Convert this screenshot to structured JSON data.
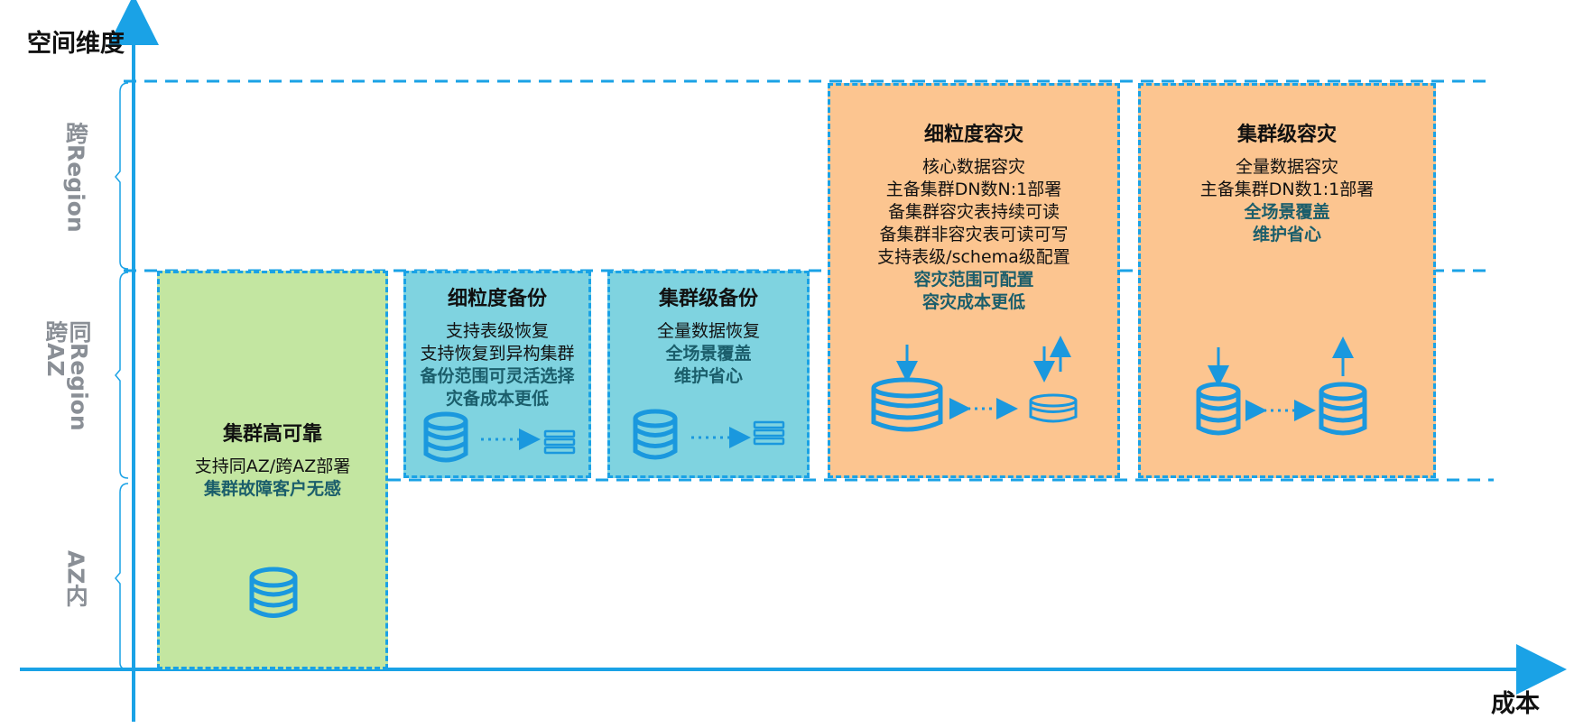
{
  "axes": {
    "y_label": "空间维度",
    "x_label": "成本",
    "tiers": [
      "跨Region",
      "同Region跨AZ",
      "AZ内"
    ]
  },
  "colors": {
    "axis": "#1aa2e6",
    "green": "#c3e6a1",
    "blue": "#7fd3e0",
    "orange": "#fcc590",
    "highlight_text": "#1b5e6b",
    "icon": "#1a98de"
  },
  "boxes": [
    {
      "title": "集群高可靠",
      "lines": [
        "支持同AZ/跨AZ部署"
      ],
      "highlights": [
        "集群故障客户无感"
      ],
      "icon": "database-icon"
    },
    {
      "title": "细粒度备份",
      "lines": [
        "支持表级恢复",
        "支持恢复到异构集群"
      ],
      "highlights": [
        "备份范围可灵活选择",
        "灾备成本更低"
      ],
      "icon": "database-to-server-icon"
    },
    {
      "title": "集群级备份",
      "lines": [
        "全量数据恢复"
      ],
      "highlights": [
        "全场景覆盖",
        "维护省心"
      ],
      "icon": "database-to-server-icon"
    },
    {
      "title": "细粒度容灾",
      "lines": [
        "核心数据容灾",
        "主备集群DN数N:1部署",
        "备集群容灾表持续可读",
        "备集群非容灾表可读可写",
        "支持表级/schema级配置"
      ],
      "highlights": [
        "容灾范围可配置",
        "容灾成本更低"
      ],
      "icon": "database-replication-icon"
    },
    {
      "title": "集群级容灾",
      "lines": [
        "全量数据容灾",
        "主备集群DN数1:1部署"
      ],
      "highlights": [
        "全场景覆盖",
        "维护省心"
      ],
      "icon": "database-replication-icon"
    }
  ]
}
